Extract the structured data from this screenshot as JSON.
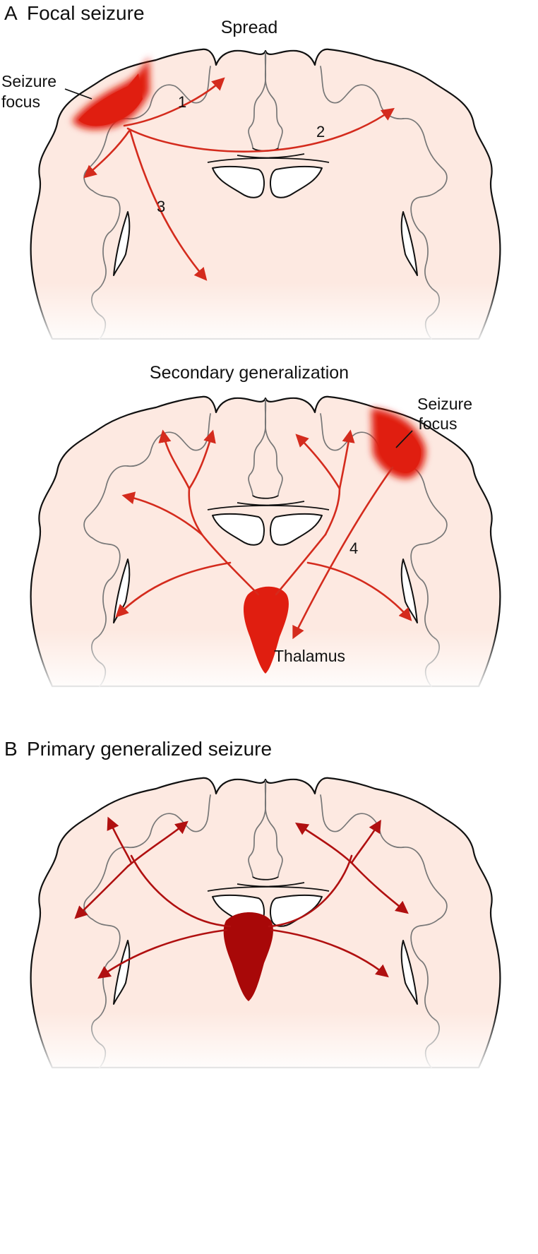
{
  "panel_a": {
    "letter": "A",
    "title": "Focal seizure",
    "spread": {
      "title": "Spread",
      "focus_label_line1": "Seizure",
      "focus_label_line2": "focus",
      "path_numbers": [
        "1",
        "2",
        "3"
      ]
    },
    "secondary": {
      "title": "Secondary generalization",
      "focus_label_line1": "Seizure",
      "focus_label_line2": "focus",
      "path_number": "4",
      "thalamus_label": "Thalamus"
    }
  },
  "panel_b": {
    "letter": "B",
    "title": "Primary generalized seizure"
  },
  "colors": {
    "focus_red": "#e01e10",
    "arrow_red": "#d42b1d",
    "thalamus_red": "#e01e10",
    "thalamus_dark": "#a80808",
    "arrow_dark": "#b01010",
    "brain_fill": "#fde9e1"
  }
}
